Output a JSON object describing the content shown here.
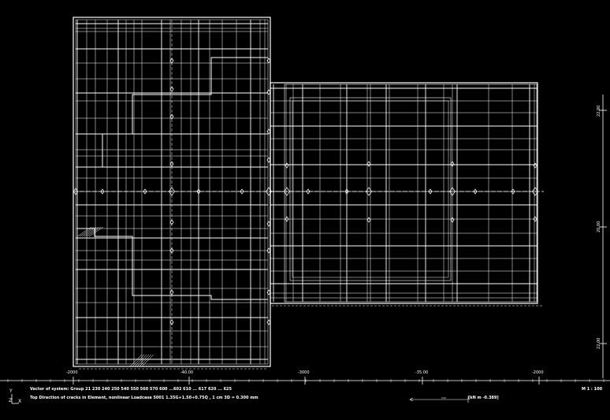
{
  "drawing": {
    "background": "#000000",
    "line_color": "#ffffff",
    "x_tick_labels": [
      "-2000",
      "-40.00",
      "-3000",
      "-35.00",
      "-2000"
    ],
    "y_tick_labels": [
      "22.00",
      "20.00",
      "22.00"
    ],
    "scale": "M 1 : 100"
  },
  "footer": {
    "line1": "Vector of system: Group 21  230 240  250  540  550 560  570 600 ...602 610 ... 617 620 ... 625",
    "line2": "Top Direction of cracks in Element, nonlinear Loadcase 5001  1.35G+1.50+0.75Q    , 1 cm 3D = 0.300 mm",
    "legend_label": "[kN m -0.389]"
  },
  "coordinate_axes": {
    "y_label": "Y",
    "z_label": "Z",
    "x_label": "X"
  }
}
